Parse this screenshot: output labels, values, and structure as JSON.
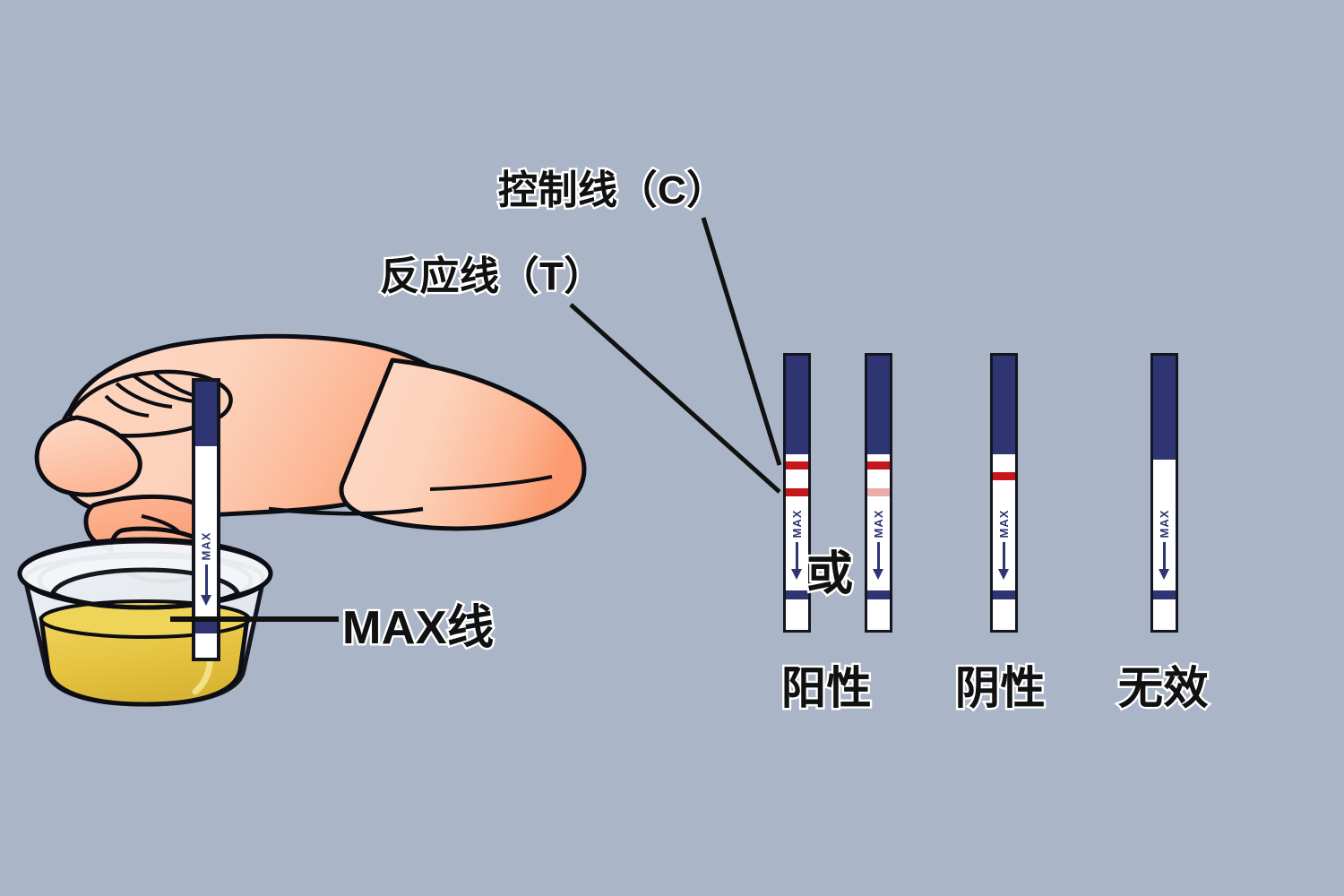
{
  "background_color": "#aab5c7",
  "theme": {
    "strip_cap_color": "#2f3472",
    "strip_body_color": "#ffffff",
    "strip_outline_color": "#14161f",
    "line_strong_color": "#c6171b",
    "line_faint_color": "#edacac",
    "max_band_color": "#2f3472",
    "text_color": "#111111",
    "text_outline_color": "#ffffff",
    "skin_light_color": "#fcd5c0",
    "skin_mid_color": "#fcb294",
    "skin_deep_color": "#fb9a72",
    "urine_color": "#e8c84a",
    "cup_color": "#e9edf1"
  },
  "annotations": {
    "control_line": {
      "label": "控制线（C）",
      "icon": "leader-line-icon"
    },
    "test_line": {
      "label": "反应线（T）",
      "icon": "leader-line-icon"
    },
    "max_line": {
      "label": "MAX线",
      "icon": "leader-line-icon"
    }
  },
  "dip_illustration": {
    "name": "hand-dipping-strip-into-urine-cup",
    "strip_max_text": "MAX",
    "arrow_icon": "arrow-down-icon",
    "cup_name": "urine-sample-cup",
    "hand_name": "hand-holding-strip"
  },
  "connector": {
    "or_label": "或"
  },
  "results": [
    {
      "id": "positive-a",
      "result_label": "阳性",
      "max_text": "MAX",
      "arrow_icon": "arrow-down-icon",
      "control_line": "strong",
      "test_line": "strong"
    },
    {
      "id": "positive-b",
      "result_label": "阳性",
      "max_text": "MAX",
      "arrow_icon": "arrow-down-icon",
      "control_line": "strong",
      "test_line": "faint"
    },
    {
      "id": "negative",
      "result_label": "阴性",
      "max_text": "MAX",
      "arrow_icon": "arrow-down-icon",
      "control_line": "strong",
      "test_line": "none"
    },
    {
      "id": "invalid",
      "result_label": "无效",
      "max_text": "MAX",
      "arrow_icon": "arrow-down-icon",
      "control_line": "none",
      "test_line": "none"
    }
  ],
  "result_labels": {
    "positive": "阳性",
    "negative": "阴性",
    "invalid": "无效"
  }
}
